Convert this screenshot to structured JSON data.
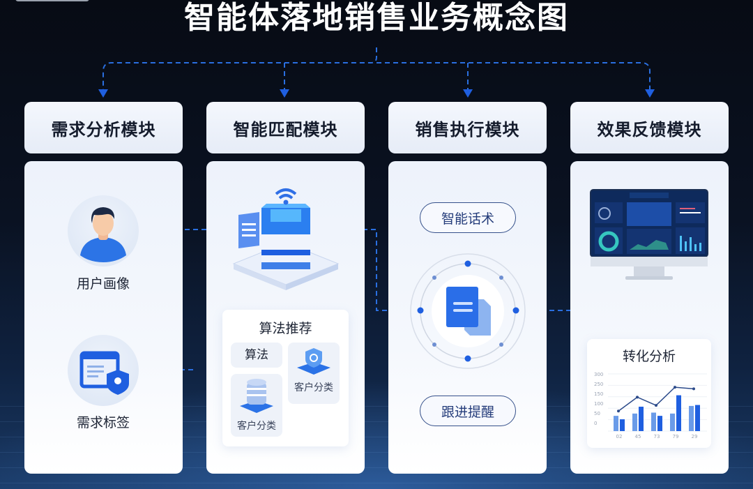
{
  "title": "智能体落地销售业务概念图",
  "colors": {
    "accent": "#1f6fe8",
    "dark_bg": "#0a1222",
    "card_bg": "#f0f4fb",
    "text_dark": "#141b2c",
    "pill_text": "#243c7a"
  },
  "modules": [
    {
      "header": "需求分析模块",
      "items": [
        {
          "label": "用户画像",
          "icon": "user-avatar-icon"
        },
        {
          "label": "需求标签",
          "icon": "document-location-tag-icon"
        }
      ]
    },
    {
      "header": "智能匹配模块",
      "hero_icon": "isometric-server-wifi-icon",
      "sub_card": {
        "title": "算法推荐",
        "items": [
          {
            "label": "算法",
            "icon": null
          },
          {
            "label": "客户分类",
            "icon": "shield-layer-icon"
          },
          {
            "label": "客户分类",
            "icon": "database-stack-icon"
          }
        ]
      }
    },
    {
      "header": "销售执行模块",
      "top_pill": "智能话术",
      "bottom_pill": "跟进提醒",
      "hub_icon": "document-hub-icon"
    },
    {
      "header": "效果反馈模块",
      "hero_icon": "monitor-dashboard-icon",
      "sub_card": {
        "title": "转化分析"
      }
    }
  ],
  "chart_data": {
    "type": "bar",
    "title": "转化分析",
    "categories": [
      "02",
      "45",
      "73",
      "79",
      "29"
    ],
    "y_tick_labels": [
      "300",
      "250",
      "150",
      "100",
      "50",
      "0"
    ],
    "ylim": [
      0,
      300
    ],
    "grid": true,
    "series": [
      {
        "name": "series-light",
        "type": "bar",
        "color": "#6a9be8",
        "values": [
          80,
          92,
          97,
          92,
          132
        ]
      },
      {
        "name": "series-dark",
        "type": "bar",
        "color": "#1f5fe0",
        "values": [
          62,
          128,
          80,
          188,
          137
        ]
      },
      {
        "name": "trend",
        "type": "line",
        "color": "#2b4a8a",
        "values": [
          105,
          178,
          135,
          230,
          222
        ]
      }
    ],
    "xlabel": "",
    "ylabel": ""
  }
}
